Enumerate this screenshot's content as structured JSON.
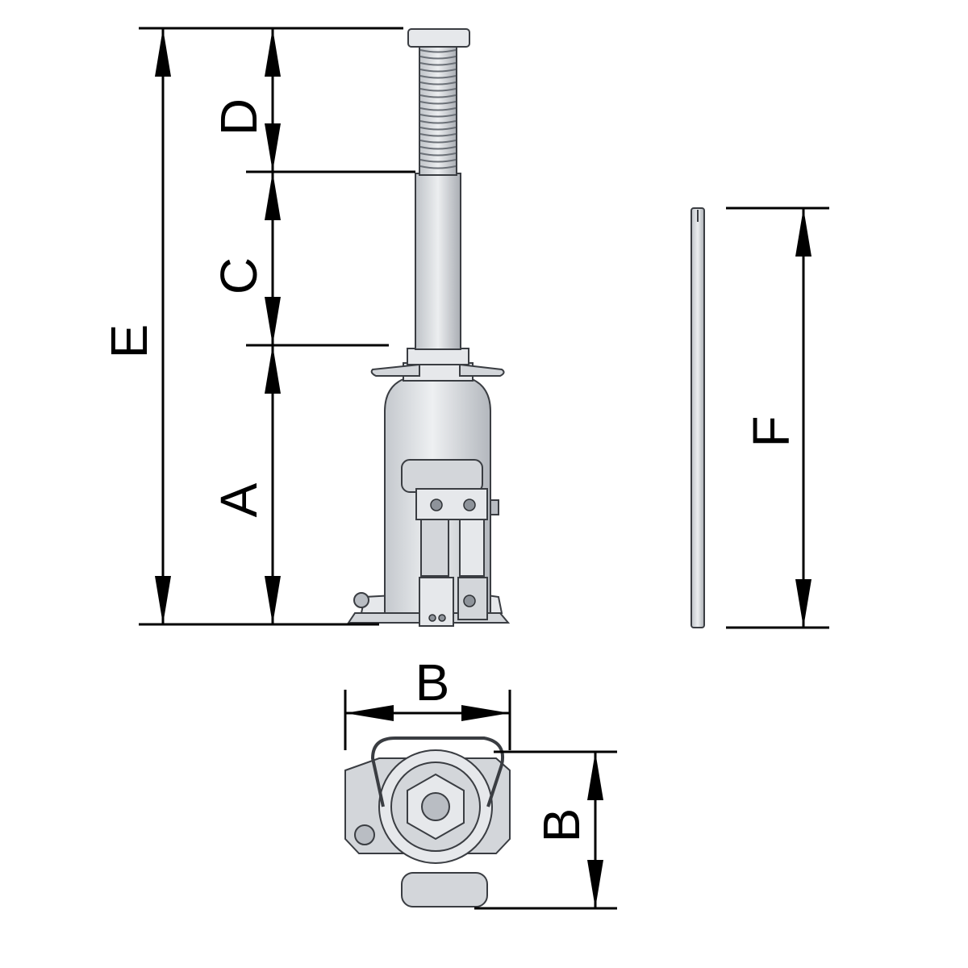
{
  "labels": {
    "A": "A",
    "B_top": "B",
    "B_side": "B",
    "C": "C",
    "D": "D",
    "E": "E",
    "F": "F"
  },
  "colors": {
    "line": "#000000",
    "metal": "#d3d6da",
    "metal_outline": "#3a3d42",
    "background": "#ffffff"
  }
}
